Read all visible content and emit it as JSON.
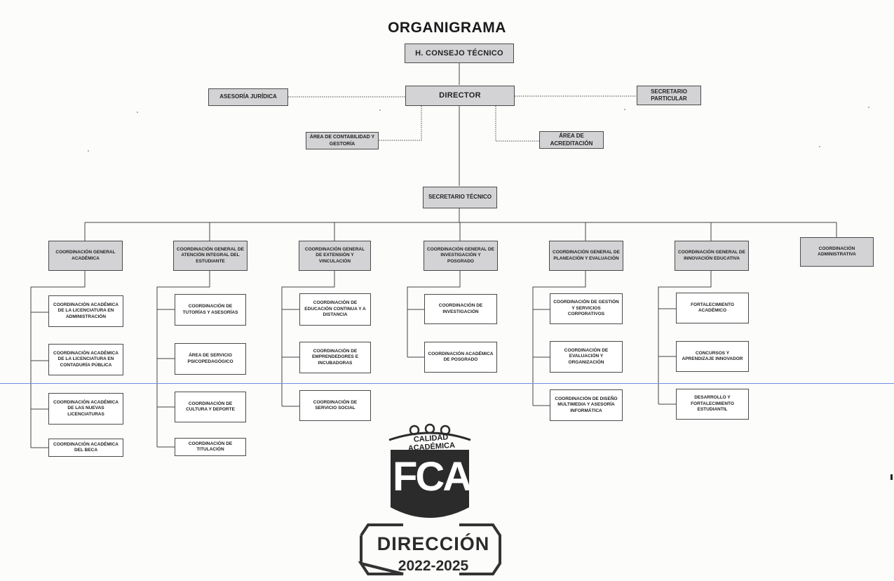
{
  "title": "ORGANIGRAMA",
  "top": {
    "consejo": "H. CONSEJO TÉCNICO",
    "director": "DIRECTOR",
    "asesoria": "ASESORÍA JURÍDICA",
    "secretario_particular": "SECRETARIO PARTICULAR",
    "contabilidad": "ÁREA DE CONTABILIDAD Y GESTORÍA",
    "acreditacion": "ÁREA DE ACREDITACIÓN",
    "secretario_tecnico": "SECRETARIO TÉCNICO"
  },
  "coordinations": [
    {
      "label": "COORDINACIÓN GENERAL ACADÉMICA",
      "children": [
        "COORDINACIÓN ACADÉMICA DE LA LICENCIATURA EN ADMINISTRACIÓN",
        "COORDINACIÓN ACADÉMICA DE LA LICENCIATURA EN CONTADURÍA PÚBLICA",
        "COORDINACIÓN ACADÉMICA DE LAS NUEVAS LICENCIATURAS",
        "COORDINACIÓN ACADÉMICA DEL BECA"
      ]
    },
    {
      "label": "COORDINACIÓN GENERAL DE ATENCIÓN INTEGRAL DEL ESTUDIANTE",
      "children": [
        "COORDINACIÓN DE TUTORÍAS Y ASESORÍAS",
        "ÁREA DE SERVICIO PSICOPEDAGÓGICO",
        "COORDINACIÓN DE CULTURA Y DEPORTE",
        "COORDINACIÓN DE TITULACIÓN"
      ]
    },
    {
      "label": "COORDINACIÓN GENERAL DE EXTENSIÓN Y VINCULACIÓN",
      "children": [
        "COORDINACIÓN DE EDUCACIÓN CONTINUA Y A DISTANCIA",
        "COORDINACIÓN DE EMPRENDEDORES E INCUBADORAS",
        "COORDINACIÓN DE SERVICIO SOCIAL"
      ]
    },
    {
      "label": "COORDINACIÓN GENERAL DE INVESTIGACIÓN Y POSGRADO",
      "children": [
        "COORDINACIÓN DE INVESTIGACIÓN",
        "COORDINACIÓN ACADÉMICA DE POSGRADO"
      ]
    },
    {
      "label": "COORDINACIÓN GENERAL DE PLANEACIÓN Y EVALUACIÓN",
      "children": [
        "COORDINACIÓN DE GESTIÓN Y SERVICIOS CORPORATIVOS",
        "COORDINACIÓN DE EVALUACIÓN Y ORGANIZACIÓN",
        "COORDINACIÓN DE DISEÑO MULTIMEDIA Y ASESORÍA INFORMÁTICA"
      ]
    },
    {
      "label": "COORDINACIÓN GENERAL DE INNOVACIÓN EDUCATIVA",
      "children": [
        "FORTALECIMIENTO ACADÉMICO",
        "CONCURSOS Y APRENDIZAJE INNOVADOR",
        "DESARROLLO Y FORTALECIMIENTO ESTUDIANTIL"
      ]
    },
    {
      "label": "COORDINACIÓN ADMINISTRATIVA",
      "children": []
    }
  ],
  "stamp": {
    "arc_text": "CALIDAD ACADÉMICA",
    "logo": "FCA",
    "office": "DIRECCIÓN",
    "period": "2022-2025"
  },
  "colors": {
    "box_fill": "#d3d3d5",
    "line": "#444444",
    "scan_guide": "#6d8ee6"
  }
}
